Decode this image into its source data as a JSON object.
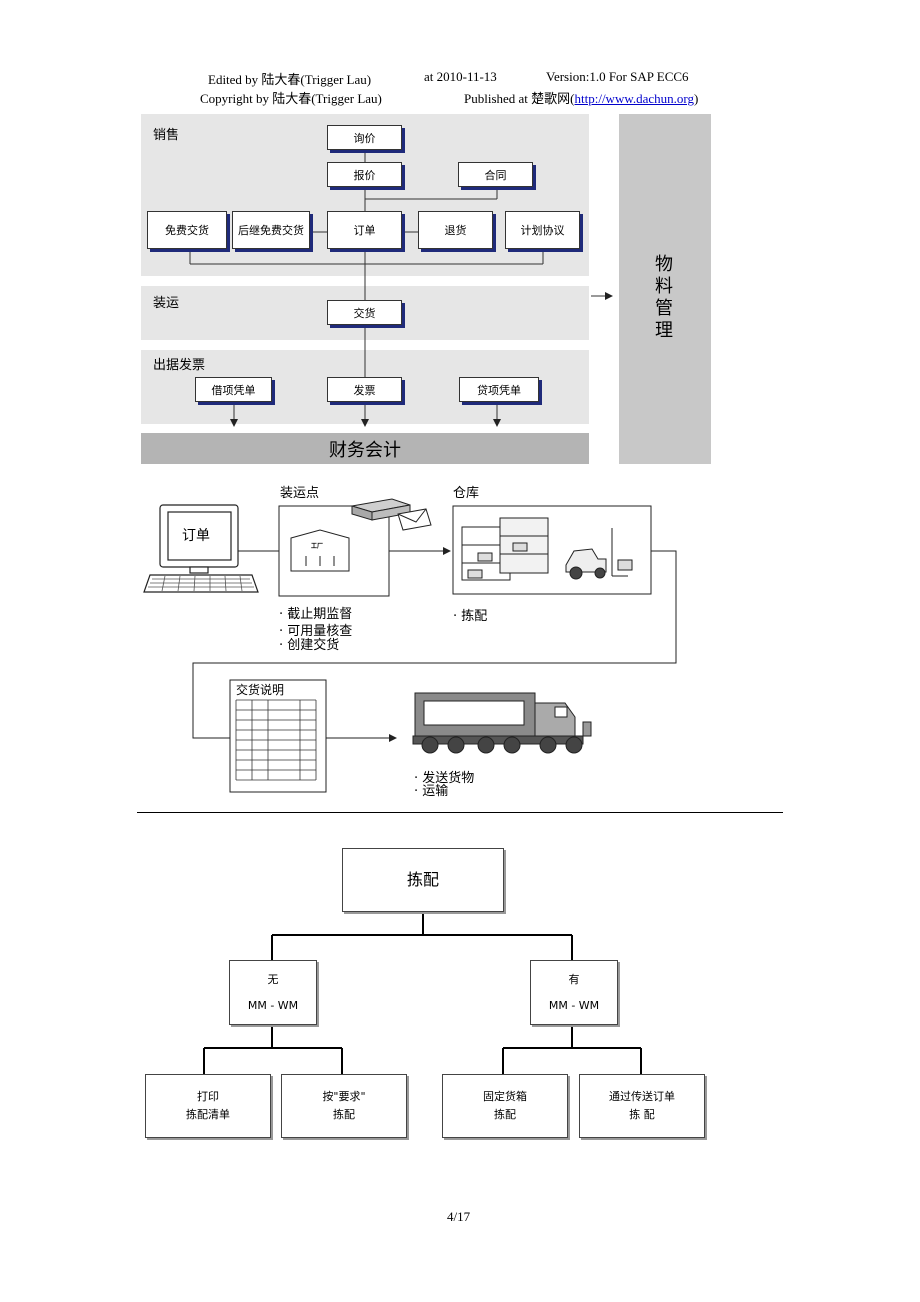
{
  "header": {
    "line1": {
      "edited": "Edited    by    陆大春(Trigger Lau)",
      "at": "at 2010-11-13",
      "version": "Version:1.0    For SAP ECC6"
    },
    "line2": {
      "copyright": "Copyright by 陆大春(Trigger Lau)",
      "published_prefix": "Published at  楚歌网(",
      "link": "http://www.dachun.org",
      "published_suffix": ")"
    }
  },
  "flow1": {
    "sections": {
      "sales": "销售",
      "shipping": "装运",
      "billing": "出据发票"
    },
    "boxes": {
      "pricing": "询价",
      "quotation": "报价",
      "contract": "合同",
      "free_delivery": "免费交货",
      "subsequent_free": "后继免费交货",
      "order": "订单",
      "returns": "退货",
      "scheduling_agreement": "计划协议",
      "delivery": "交货",
      "debit_memo": "借项凭单",
      "invoice": "发票",
      "credit_memo": "贷项凭单"
    },
    "side_panel": [
      "物",
      "料",
      "管",
      "理"
    ],
    "finance": "财务会计"
  },
  "flow2": {
    "computer_label": "订单",
    "shipping_point": "装运点",
    "warehouse": "仓库",
    "building_label": "工厂",
    "shipping_point_bullets": [
      "截止期监督",
      "可用量核查",
      "创建交货"
    ],
    "warehouse_bullets": [
      "拣配"
    ],
    "delivery_note": "交货说明",
    "truck_bullets": [
      "发送货物",
      "运输"
    ]
  },
  "tree": {
    "root": "拣配",
    "left": {
      "line1": "无",
      "line2": "MM - WM"
    },
    "right": {
      "line1": "有",
      "line2": "MM - WM"
    },
    "leaves": [
      {
        "line1": "打印",
        "line2": "拣配清单"
      },
      {
        "line1": "按\"要求\"",
        "line2": "拣配"
      },
      {
        "line1": "固定货箱",
        "line2": "拣配"
      },
      {
        "line1": "通过传送订单",
        "line2": "拣  配"
      }
    ]
  },
  "footer": {
    "page": "4/17"
  }
}
